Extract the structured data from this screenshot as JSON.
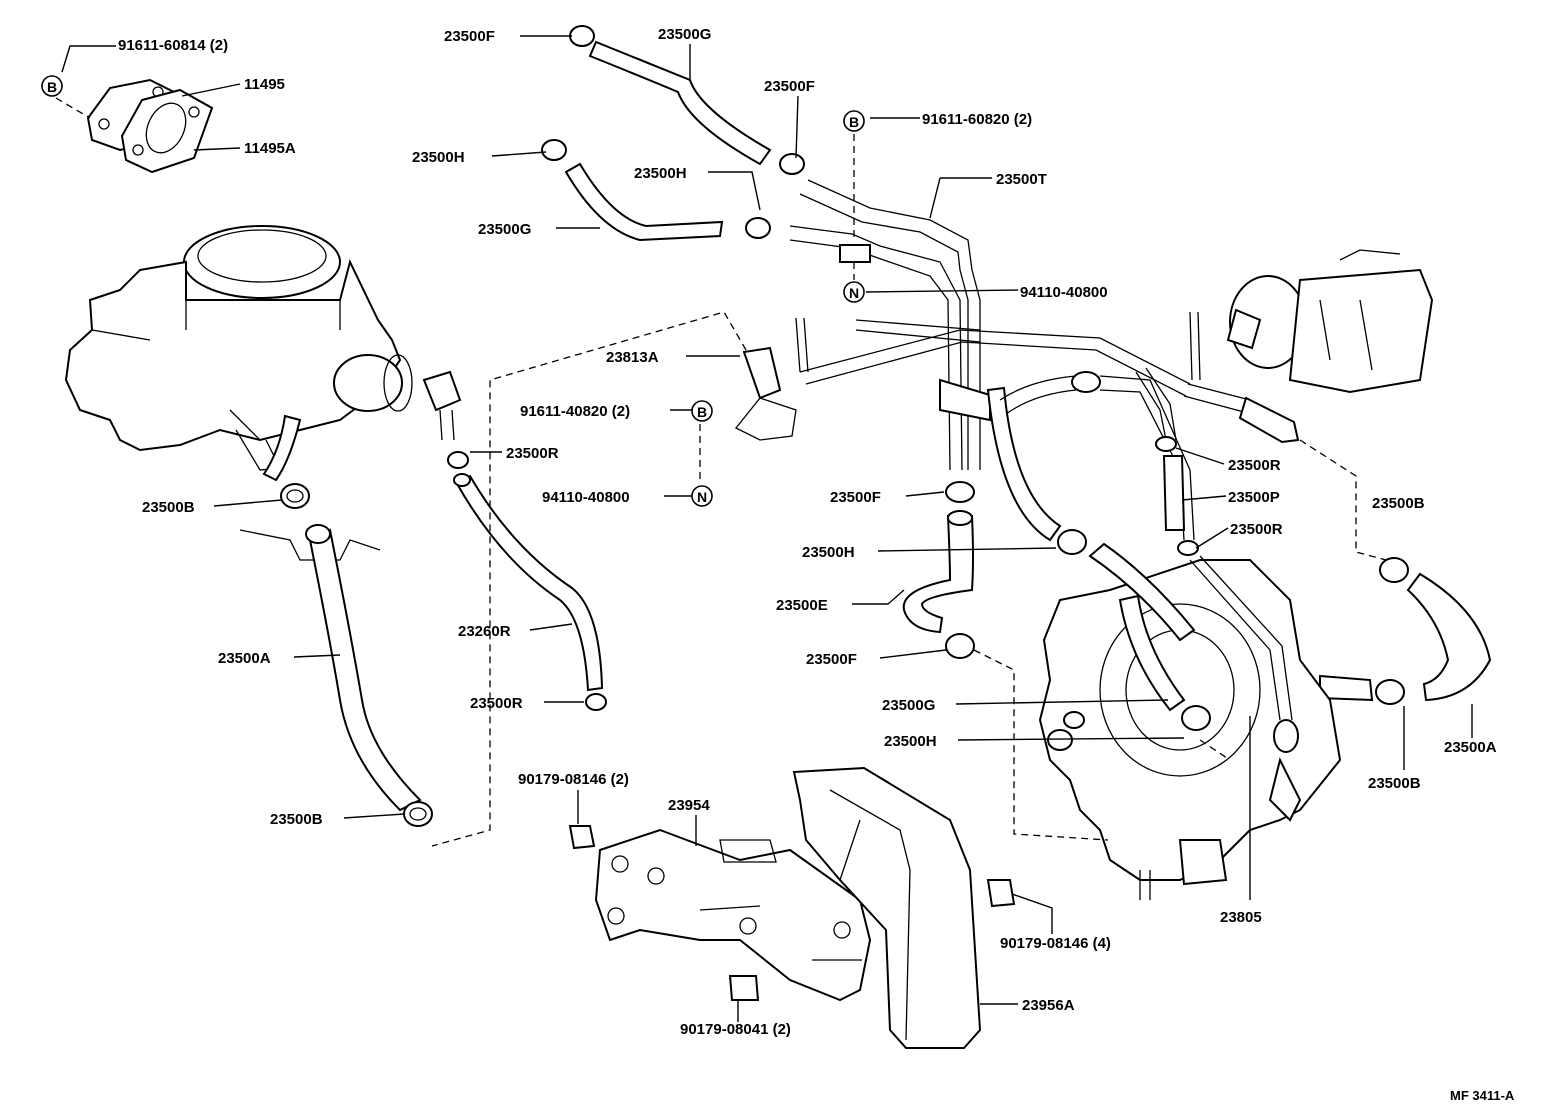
{
  "figure_code": "MF 3411-A",
  "symbols": {
    "b": "B",
    "n": "N"
  },
  "labels": {
    "p91611_60814": "91611-60814 (2)",
    "p11495": "11495",
    "p11495A": "11495A",
    "p23500F_top": "23500F",
    "p23500G_top": "23500G",
    "p23500F_mid": "23500F",
    "p91611_60820": "91611-60820 (2)",
    "p23500H_left": "23500H",
    "p23500H_mid": "23500H",
    "p23500T": "23500T",
    "p23500G_left": "23500G",
    "p94110_40800_top": "94110-40800",
    "p23813A": "23813A",
    "p91611_40820": "91611-40820 (2)",
    "p23500R_left": "23500R",
    "p94110_40800_mid": "94110-40800",
    "p23500B_left": "23500B",
    "p23500F_center": "23500F",
    "p23500H_center": "23500H",
    "p23500E": "23500E",
    "p23500F_low": "23500F",
    "p23500R_right1": "23500R",
    "p23500P": "23500P",
    "p23500R_right2": "23500R",
    "p23500B_right1": "23500B",
    "p23260R": "23260R",
    "p23500A_left": "23500A",
    "p23500R_low": "23500R",
    "p23500G_low": "23500G",
    "p23500H_low": "23500H",
    "p23500A_right": "23500A",
    "p23500B_right2": "23500B",
    "p90179_08146_2": "90179-08146 (2)",
    "p23954": "23954",
    "p23500B_bottom": "23500B",
    "p23805": "23805",
    "p90179_08146_4": "90179-08146 (4)",
    "p90179_08041": "90179-08041 (2)",
    "p23956A": "23956A"
  }
}
